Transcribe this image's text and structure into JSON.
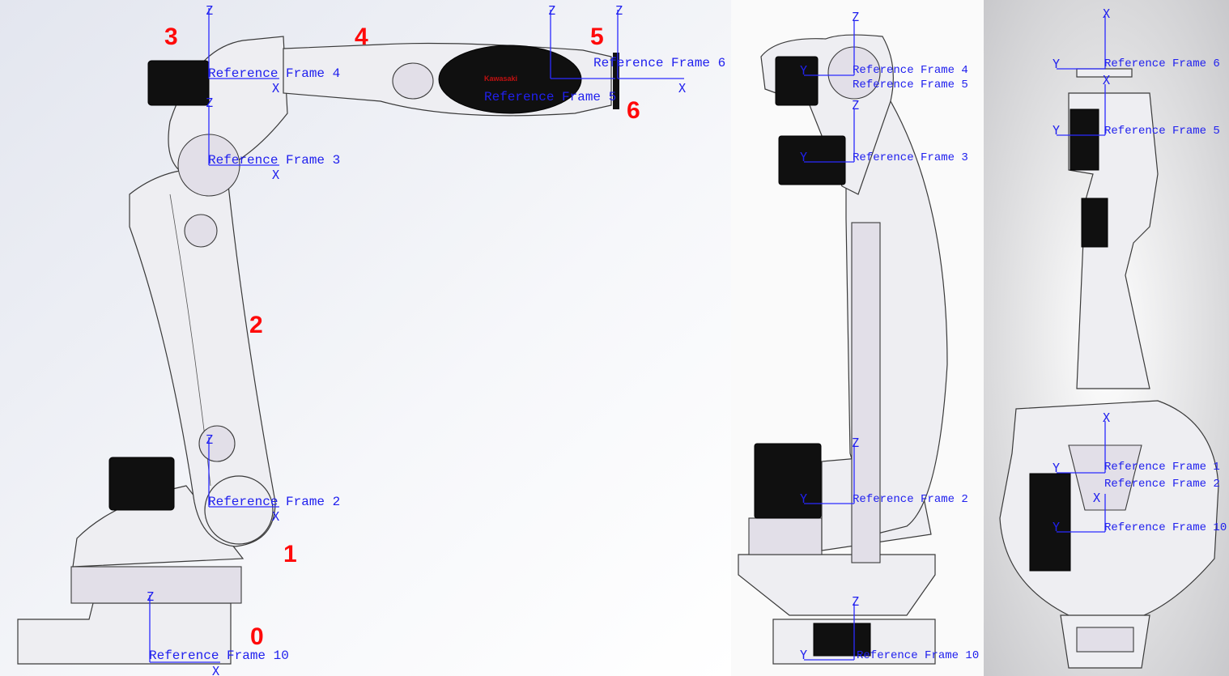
{
  "joint_numbers": [
    "0",
    "1",
    "2",
    "3",
    "4",
    "5",
    "6"
  ],
  "axis_letters": {
    "z": "Z",
    "x": "X",
    "y": "Y"
  },
  "logo_text": "Kawasaki",
  "side_view": {
    "frames": {
      "f4": "Reference Frame 4",
      "f3": "Reference Frame 3",
      "f2": "Reference Frame 2",
      "f10": "Reference Frame 10",
      "f5": "Reference Frame 5",
      "f6": "Reference Frame 6"
    }
  },
  "front_view": {
    "frames": {
      "f4": "Reference Frame 4",
      "f5": "Reference Frame 5",
      "f3": "Reference Frame 3",
      "f2": "Reference Frame 2",
      "f10": "Reference Frame 10"
    }
  },
  "top_view": {
    "frames": {
      "f6": "Reference Frame 6",
      "f5": "Reference Frame 5",
      "f1": "Reference Frame 1",
      "f2": "Reference Frame 2",
      "f10": "Reference Frame 10"
    }
  },
  "colors": {
    "axis": "#2b2bff",
    "joint_number": "#ff0a0a"
  }
}
